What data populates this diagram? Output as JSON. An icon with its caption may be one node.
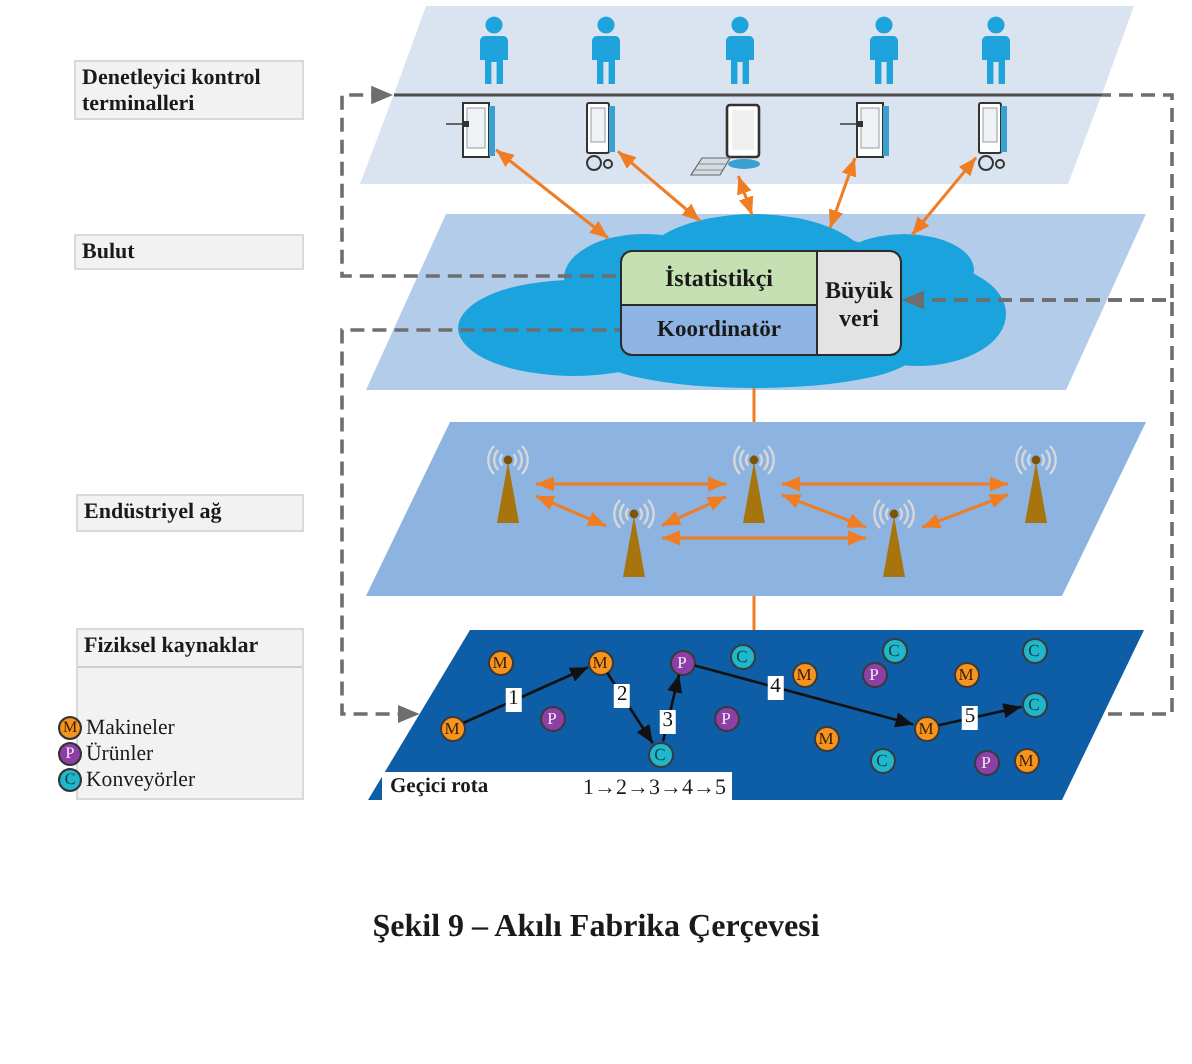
{
  "diagram": {
    "caption": "Şekil 9 – Akılı Fabrika Çerçevesi",
    "nodes": [
      {
        "text": [],
        "shape": "parallelogram"
      },
      {
        "text": [
          "Denetleyici kontrol terminalleri"
        ]
      },
      {
        "text": [],
        "shape": "parallelogram"
      },
      {
        "text": [],
        "shape": "picture",
        "in": 2
      },
      {
        "text": [],
        "shape": "picture",
        "in": 2
      },
      {
        "text": [],
        "shape": "picture",
        "in": 2
      },
      {
        "text": [],
        "shape": "picture",
        "in": 2
      },
      {
        "text": [],
        "shape": "picture",
        "in": 2
      },
      {
        "text": [
          "Bulut"
        ]
      },
      {
        "text": [],
        "shape": "parallelogram"
      },
      {
        "text": [],
        "shape": "cloud",
        "in": 9
      },
      {
        "text": [
          "İstatistikçi"
        ],
        "in": 10
      },
      {
        "text": [
          "Büyük veri"
        ],
        "in": 10
      },
      {
        "text": [
          "Koordinatör"
        ],
        "in": 10
      },
      {
        "text": [
          "Endüstriyel ağ"
        ]
      },
      {
        "text": [],
        "shape": "parallelogram"
      },
      {
        "text": [],
        "shape": "picture",
        "in": 15
      },
      {
        "text": [],
        "shape": "picture",
        "in": 15
      },
      {
        "text": [],
        "shape": "picture",
        "in": 15
      },
      {
        "text": [],
        "shape": "picture",
        "in": 15
      },
      {
        "text": [],
        "shape": "picture",
        "in": 15
      },
      {
        "text": [
          "Fiziksel kaynaklar"
        ]
      },
      {
        "text": [],
        "shape": "parallelogram"
      },
      {
        "text": [
          "M"
        ],
        "in": 22
      },
      {
        "text": [
          "M"
        ],
        "in": 22
      },
      {
        "text": [
          "P"
        ],
        "in": 22
      },
      {
        "text": [
          "C"
        ],
        "in": 22
      },
      {
        "text": [
          "M"
        ],
        "in": 22
      },
      {
        "text": [
          "P"
        ],
        "in": 22
      },
      {
        "text": [
          "C"
        ],
        "in": 22
      },
      {
        "text": [
          "M"
        ],
        "in": 22
      },
      {
        "text": [
          "C"
        ],
        "in": 22
      },
      {
        "text": [
          "M"
        ],
        "in": 22
      },
      {
        "text": [
          "P"
        ],
        "in": 22
      },
      {
        "text": [
          "C"
        ],
        "in": 22
      },
      {
        "text": [
          "P"
        ],
        "in": 22
      },
      {
        "text": [
          "M"
        ],
        "in": 22
      },
      {
        "text": [
          "C"
        ],
        "in": 22
      },
      {
        "text": [
          "M"
        ],
        "in": 22
      },
      {
        "text": [
          "P"
        ],
        "in": 22
      },
      {
        "text": [
          "M"
        ],
        "in": 22
      },
      {
        "text": [
          "C"
        ],
        "in": 22
      },
      {
        "text": [
          "Geçici rota",
          "1→2→3→4→5"
        ],
        "in": 22
      }
    ],
    "edges": [
      {
        "from": 3,
        "to": 10,
        "arrow": "both"
      },
      {
        "from": 4,
        "to": 10,
        "arrow": "both"
      },
      {
        "from": 5,
        "to": 10,
        "arrow": "both"
      },
      {
        "from": 6,
        "to": 10,
        "arrow": "both"
      },
      {
        "from": 7,
        "to": 10,
        "arrow": "both"
      },
      {
        "from": 11,
        "to": 2,
        "arrow": "to",
        "style": "dashed",
        "color": "#6e6e6e"
      },
      {
        "from": 2,
        "to": 12,
        "arrow": "to",
        "style": "dashed",
        "color": "#6e6e6e"
      },
      {
        "from": 10,
        "to": 15,
        "arrow": "none"
      },
      {
        "from": 16,
        "to": 17,
        "arrow": "both"
      },
      {
        "from": 17,
        "to": 18,
        "arrow": "both"
      },
      {
        "from": 16,
        "to": 19,
        "arrow": "both"
      },
      {
        "from": 19,
        "to": 17,
        "arrow": "both"
      },
      {
        "from": 17,
        "to": 20,
        "arrow": "both"
      },
      {
        "from": 20,
        "to": 18,
        "arrow": "both"
      },
      {
        "from": 19,
        "to": 20,
        "arrow": "both"
      },
      {
        "from": 15,
        "to": 22,
        "arrow": "none"
      },
      {
        "from": 13,
        "to": 22,
        "arrow": "to",
        "style": "dashed",
        "color": "#6e6e6e"
      },
      {
        "from": 22,
        "to": 12,
        "arrow": "to",
        "style": "dashed",
        "color": "#6e6e6e"
      },
      {
        "from": 32,
        "to": 24,
        "arrow": "to",
        "label": "1",
        "color": "#111111"
      },
      {
        "from": 24,
        "to": 34,
        "arrow": "to",
        "label": "2",
        "color": "#111111"
      },
      {
        "from": 34,
        "to": 25,
        "arrow": "to",
        "label": "3",
        "color": "#111111"
      },
      {
        "from": 25,
        "to": 38,
        "arrow": "to",
        "label": "4",
        "color": "#111111"
      },
      {
        "from": 38,
        "to": 41,
        "arrow": "to",
        "label": "5",
        "color": "#111111"
      }
    ],
    "labels": [
      "M",
      "P",
      "C"
    ],
    "legend": [
      {
        "text": "Makineler",
        "color": "#f7941d"
      },
      {
        "text": "Ürünler",
        "color": "#8e3fa5"
      },
      {
        "text": "Konveyörler",
        "color": "#1fb7c9"
      }
    ]
  }
}
